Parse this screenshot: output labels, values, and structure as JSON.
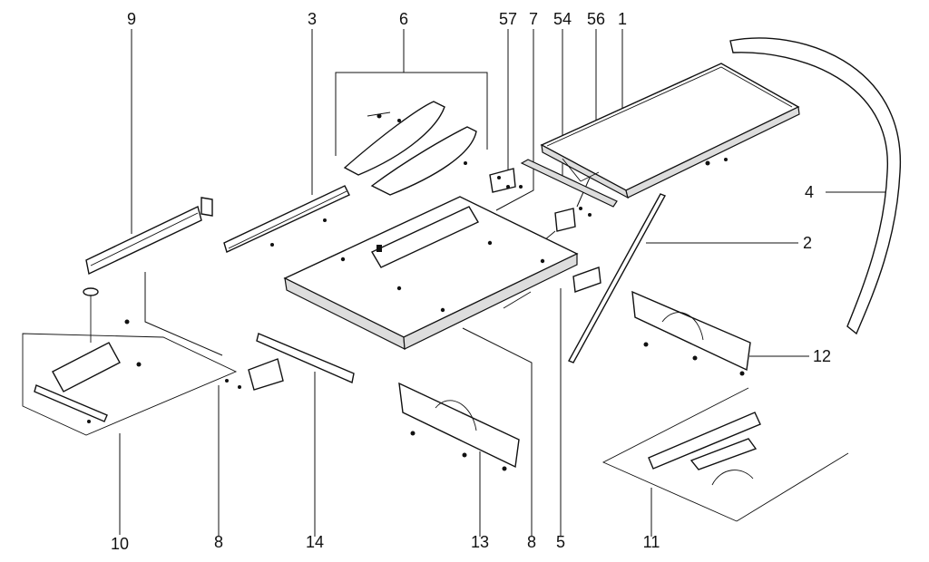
{
  "diagram": {
    "part_numbers": {
      "p1": "1",
      "p2": "2",
      "p3": "3",
      "p4": "4",
      "p5": "5",
      "p6": "6",
      "p7": "7",
      "p8a": "8",
      "p8b": "8",
      "p9": "9",
      "p10": "10",
      "p11": "11",
      "p12": "12",
      "p13": "13",
      "p14": "14",
      "p54": "54",
      "p56": "56",
      "p57": "57"
    }
  }
}
